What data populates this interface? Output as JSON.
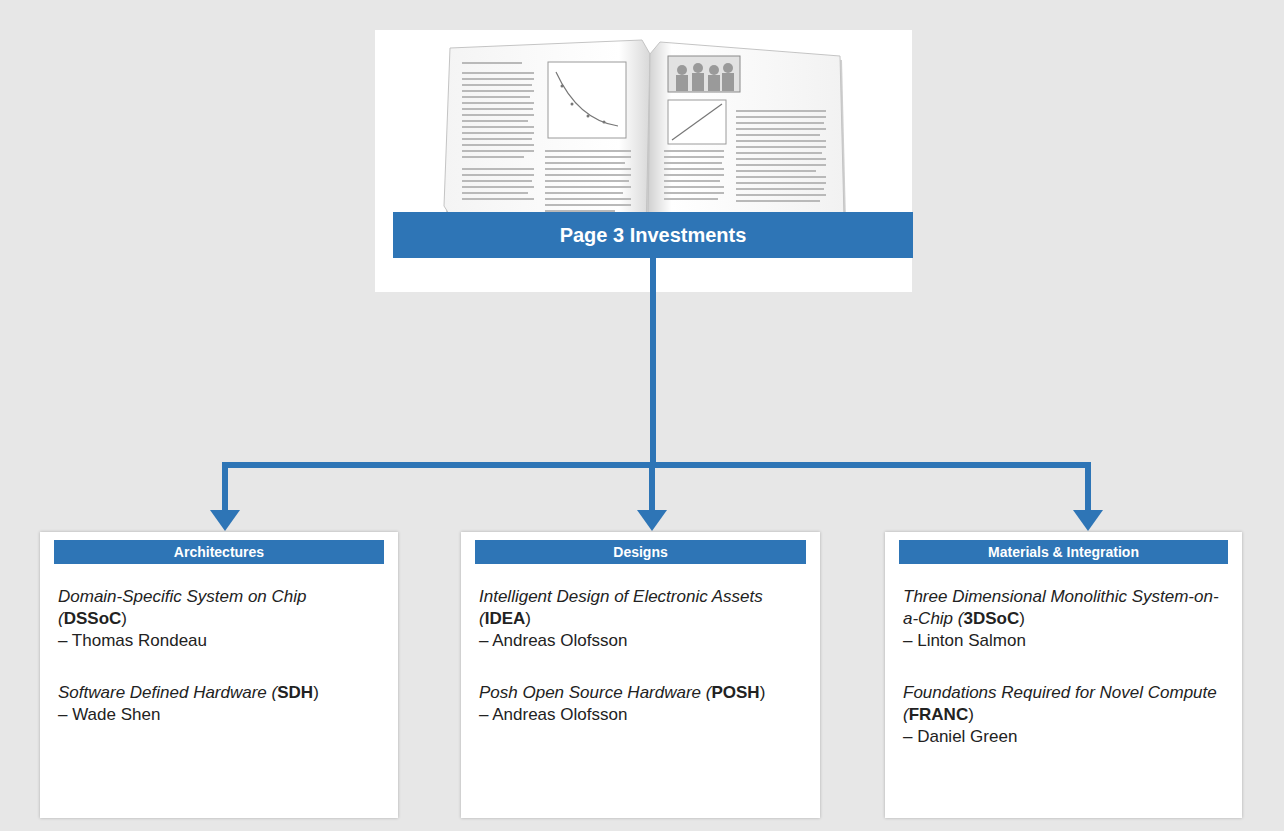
{
  "diagram": {
    "nodes": [
      {
        "text": [
          "Page 3 Investments"
        ]
      },
      {
        "text": [
          "Architectures",
          "Domain-Specific System on Chip (DSSoC)",
          "– Thomas Rondeau",
          "Software Defined Hardware (SDH)",
          "– Wade Shen"
        ]
      },
      {
        "text": [
          "Designs",
          "Intelligent Design of Electronic Assets (IDEA)",
          "– Andreas Olofsson",
          "Posh Open Source Hardware (POSH)",
          "– Andreas Olofsson"
        ]
      },
      {
        "text": [
          "Materials & Integration",
          "Three Dimensional Monolithic System-on-a-Chip (3DSoC)",
          "– Linton Salmon",
          "Foundations Required for Novel Compute (FRANC)",
          "– Daniel Green"
        ]
      }
    ],
    "edges": [
      {
        "from": 0,
        "to": 1,
        "arrow": "to"
      },
      {
        "from": 0,
        "to": 2,
        "arrow": "to"
      },
      {
        "from": 0,
        "to": 3,
        "arrow": "to"
      }
    ]
  }
}
